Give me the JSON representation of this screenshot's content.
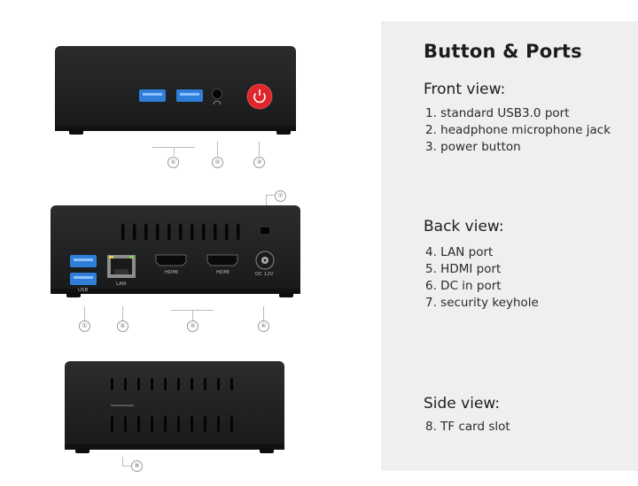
{
  "panel": {
    "title": "Button & Ports",
    "sections": [
      {
        "heading": "Front view:",
        "items": [
          "1. standard USB3.0 port",
          "2. headphone microphone jack",
          "3. power button"
        ]
      },
      {
        "heading": "Back view:",
        "items": [
          "4. LAN port",
          "5. HDMI port",
          "6. DC in port",
          "7. security keyhole"
        ]
      },
      {
        "heading": "Side view:",
        "items": [
          "8. TF card slot"
        ]
      }
    ]
  },
  "front": {
    "callouts": [
      "①",
      "②",
      "③"
    ]
  },
  "back": {
    "port_labels": {
      "usb": "USB",
      "lan": "LAN",
      "hdmi1": "HDMI",
      "hdmi2": "HDMI",
      "dc": "DC 12V"
    },
    "callouts": [
      "⑦",
      "①",
      "④",
      "⑤",
      "⑥"
    ]
  },
  "side": {
    "callouts": [
      "⑧"
    ]
  },
  "colors": {
    "device_body": "#1d1f20",
    "usb_blue": "#2f7fd9",
    "power_red": "#e0262b",
    "panel_bg": "#efefef"
  }
}
